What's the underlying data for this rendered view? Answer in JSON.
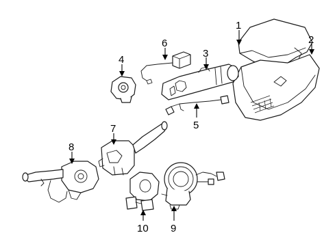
{
  "callouts": [
    {
      "id": "1",
      "text": "1"
    },
    {
      "id": "2",
      "text": "2"
    },
    {
      "id": "3",
      "text": "3"
    },
    {
      "id": "4",
      "text": "4"
    },
    {
      "id": "5",
      "text": "5"
    },
    {
      "id": "6",
      "text": "6"
    },
    {
      "id": "7",
      "text": "7"
    },
    {
      "id": "8",
      "text": "8"
    },
    {
      "id": "9",
      "text": "9"
    },
    {
      "id": "10",
      "text": "10"
    }
  ],
  "colors": {
    "line": "#1a1a1a",
    "background": "#ffffff"
  }
}
